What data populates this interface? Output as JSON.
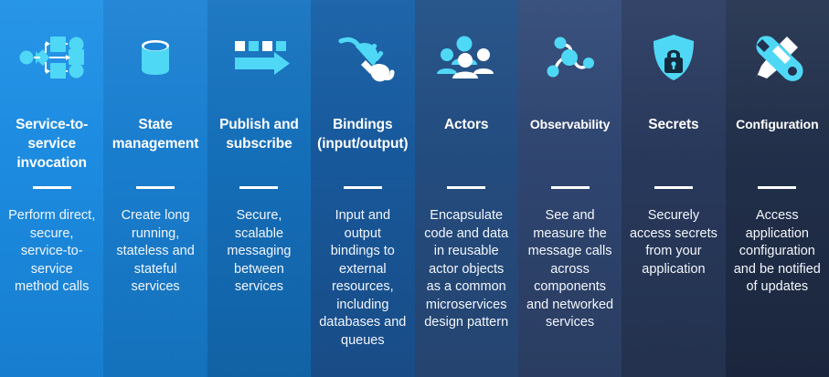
{
  "palette": {
    "cyan": "#4fd8f5",
    "white": "#ffffff",
    "dark_lock": "#132a3e",
    "col1_bg": "#1b8ae0",
    "col2_bg": "#1a7fd0",
    "col3_bg": "#1670bd",
    "col4_bg": "#155da3",
    "col5_bg": "#1f4b80",
    "col6_bg": "#2e4470",
    "col7_bg": "#2a3a5e",
    "col8_bg": "#243350"
  },
  "columns": [
    {
      "id": "service-to-service-invocation",
      "icon": "service-invocation-icon",
      "title": "Service-to-service invocation",
      "description": "Perform direct, secure, service-to-service method calls",
      "bg_start": "#1f91e6",
      "bg_end": "#1883d8",
      "title_size": "normal"
    },
    {
      "id": "state-management",
      "icon": "database-cylinder-icon",
      "title": "State management",
      "description": "Create long running, stateless and stateful services",
      "bg_start": "#1c82d4",
      "bg_end": "#1576c4",
      "title_size": "normal"
    },
    {
      "id": "publish-and-subscribe",
      "icon": "message-queue-arrow-icon",
      "title": "Publish and subscribe",
      "description": "Secure, scalable messaging between services",
      "bg_start": "#1673c0",
      "bg_end": "#1266ac",
      "title_size": "normal"
    },
    {
      "id": "bindings-input-output",
      "icon": "plug-and-socket-icon",
      "title": "Bindings (input/output)",
      "description": "Input and output bindings to external resources, including databases and queues",
      "bg_start": "#155fa6",
      "bg_end": "#1a4f8c",
      "title_size": "normal"
    },
    {
      "id": "actors",
      "icon": "people-group-icon",
      "title": "Actors",
      "description": "Encapsulate code and data in reusable actor objects as a common microservices design pattern",
      "bg_start": "#204f86",
      "bg_end": "#274774",
      "title_size": "normal"
    },
    {
      "id": "observability",
      "icon": "node-graph-icon",
      "title": "Observability",
      "description": "See and measure the message calls across components and networked services",
      "bg_start": "#314a78",
      "bg_end": "#2c3f65",
      "title_size": "small"
    },
    {
      "id": "secrets",
      "icon": "shield-lock-icon",
      "title": "Secrets",
      "description": "Securely access secrets from your application",
      "bg_start": "#2b3c62",
      "bg_end": "#253452",
      "title_size": "normal"
    },
    {
      "id": "configuration",
      "icon": "wrench-brush-icon",
      "title": "Configuration",
      "description": "Access application configuration and be notified of updates",
      "bg_start": "#253450",
      "bg_end": "#1c2840",
      "title_size": "small"
    }
  ]
}
